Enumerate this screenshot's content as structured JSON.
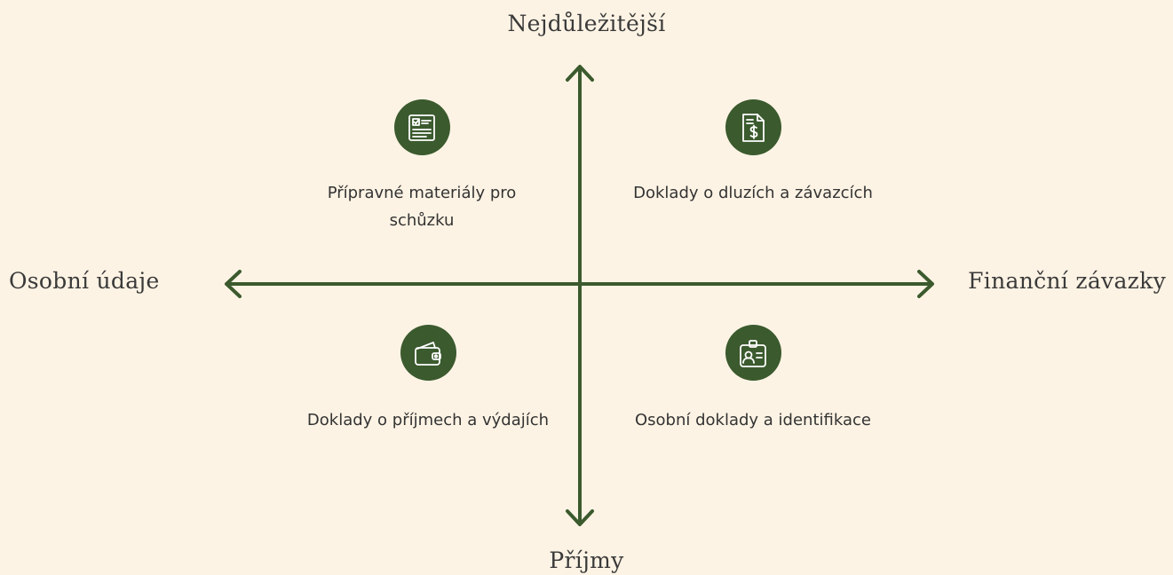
{
  "axes": {
    "top": "Nejdůležitější",
    "bottom": "Příjmy",
    "left": "Osobní údaje",
    "right": "Finanční závazky"
  },
  "quadrants": [
    {
      "icon": "checklist-document-icon",
      "label": "Přípravné materiály pro schůzku"
    },
    {
      "icon": "dollar-document-icon",
      "label": "Doklady o dluzích a závazcích"
    },
    {
      "icon": "wallet-icon",
      "label": "Doklady o příjmech a výdajích"
    },
    {
      "icon": "id-badge-icon",
      "label": "Osobní doklady a identifikace"
    }
  ],
  "colors": {
    "background": "#fdf3e4",
    "accent": "#3b5a2e"
  }
}
